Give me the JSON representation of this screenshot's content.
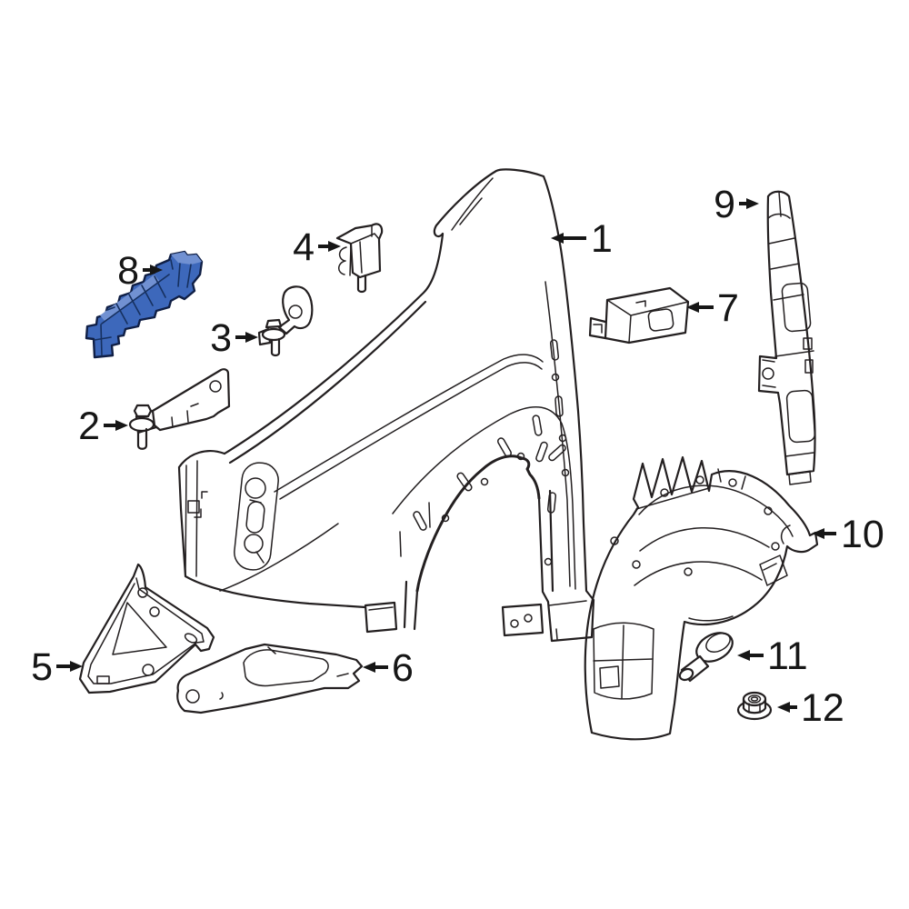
{
  "diagram": {
    "kind": "exploded-parts-diagram",
    "subject": "Front fender and related components line drawing",
    "background_color": "#ffffff",
    "line_color": "#231f20",
    "label_color": "#161616",
    "highlight": {
      "applies_to_callout": "8",
      "fill": "#3d68bb",
      "light": "#7191d2",
      "shade": "#16305f",
      "outline": "#101f45"
    },
    "callouts": [
      {
        "id": 1,
        "label": "1",
        "arrow": "left",
        "highlighted": false
      },
      {
        "id": 2,
        "label": "2",
        "arrow": "right",
        "highlighted": false
      },
      {
        "id": 3,
        "label": "3",
        "arrow": "right",
        "highlighted": false
      },
      {
        "id": 4,
        "label": "4",
        "arrow": "right",
        "highlighted": false
      },
      {
        "id": 5,
        "label": "5",
        "arrow": "right",
        "highlighted": false
      },
      {
        "id": 6,
        "label": "6",
        "arrow": "left",
        "highlighted": false
      },
      {
        "id": 7,
        "label": "7",
        "arrow": "left",
        "highlighted": false
      },
      {
        "id": 8,
        "label": "8",
        "arrow": "right",
        "highlighted": true
      },
      {
        "id": 9,
        "label": "9",
        "arrow": "right",
        "highlighted": false
      },
      {
        "id": 10,
        "label": "10",
        "arrow": "left",
        "highlighted": false
      },
      {
        "id": 11,
        "label": "11",
        "arrow": "left",
        "highlighted": false
      },
      {
        "id": 12,
        "label": "12",
        "arrow": "left",
        "highlighted": false
      }
    ]
  }
}
